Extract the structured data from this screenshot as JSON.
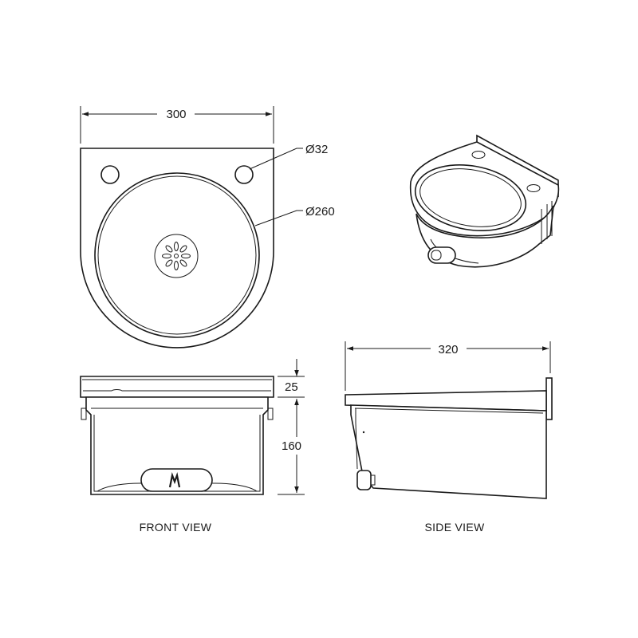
{
  "dimensions": {
    "top_width": "300",
    "hole_diameter": "Ø32",
    "bowl_diameter": "Ø260",
    "rim_height": "25",
    "body_height": "160",
    "side_depth": "320"
  },
  "labels": {
    "front_view": "FRONT VIEW",
    "side_view": "SIDE VIEW"
  },
  "colors": {
    "line": "#1a1a1a",
    "background": "#ffffff"
  }
}
